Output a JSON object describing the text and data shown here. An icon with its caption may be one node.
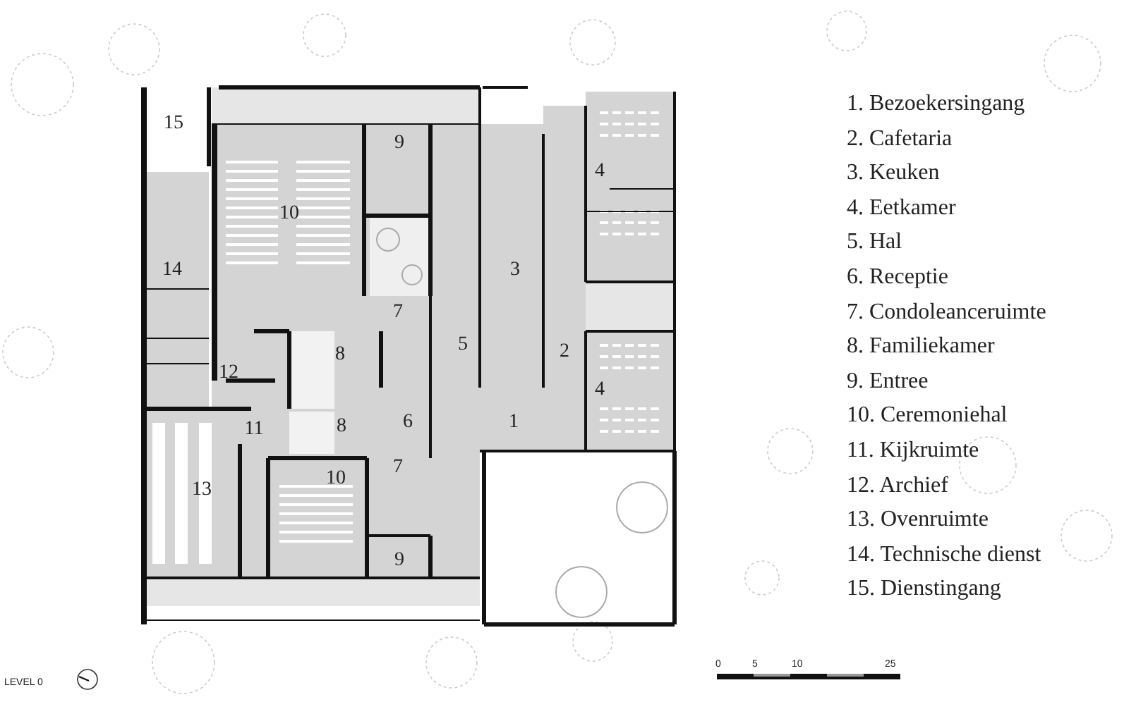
{
  "diagram": {
    "labels": [
      "15",
      "9",
      "4",
      "10",
      "14",
      "3",
      "7",
      "5",
      "8",
      "2",
      "12",
      "4",
      "11",
      "8",
      "6",
      "1",
      "7",
      "10",
      "13",
      "9",
      "1. Bezoekersingang",
      "2. Cafetaria",
      "3. Keuken",
      "4. Eetkamer",
      "5. Hal",
      "6. Receptie",
      "7. Condoleanceruimte",
      "8. Familiekamer",
      "9. Entree",
      "10. Ceremoniehal",
      "11. Kijkruimte",
      "12. Archief",
      "13. Ovenruimte",
      "14. Technische dienst",
      "15. Dienstingang",
      "LEVEL 0",
      "0",
      "5",
      "10",
      "25"
    ]
  }
}
